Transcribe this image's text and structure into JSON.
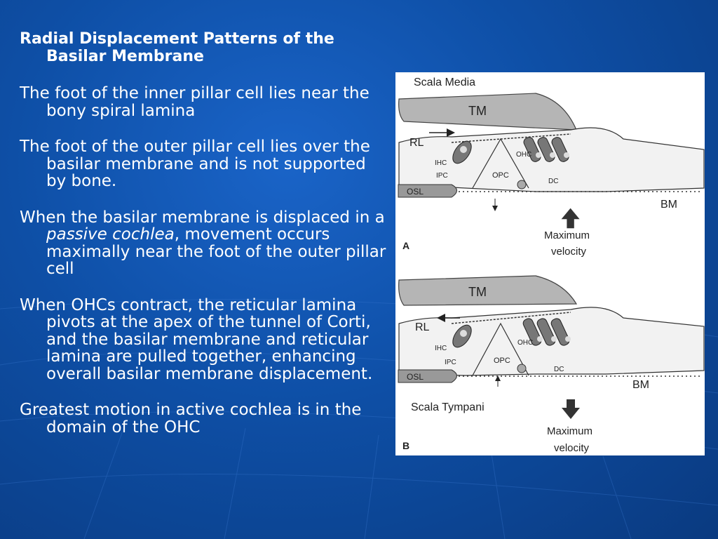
{
  "slide": {
    "title": "Radial Displacement Patterns of the Basilar Membrane",
    "paragraphs": [
      {
        "text": "The foot of the inner pillar cell lies near the bony spiral lamina"
      },
      {
        "text": "The foot of the outer pillar cell lies over the basilar membrane and is not supported by bone."
      },
      {
        "before": "When the basilar membrane is displaced in a ",
        "italic": "passive cochlea",
        "after": ", movement occurs maximally near the foot of the outer pillar cell"
      },
      {
        "text": "When OHCs contract, the reticular lamina pivots at the apex of the tunnel of Corti, and the basilar membrane and reticular lamina are pulled together, enhancing overall basilar membrane displacement."
      },
      {
        "text": "Greatest motion in active cochlea is in the domain of the OHC"
      }
    ]
  },
  "figure": {
    "panel_a": {
      "scala": "Scala Media",
      "tm": "TM",
      "rl": "RL",
      "ihc": "IHC",
      "ipc": "IPC",
      "opc": "OPC",
      "ohc": "OHC",
      "dc": "DC",
      "osl": "OSL",
      "bm": "BM",
      "max_line1": "Maximum",
      "max_line2": "velocity",
      "letter": "A"
    },
    "panel_b": {
      "scala": "Scala Tympani",
      "tm": "TM",
      "rl": "RL",
      "ihc": "IHC",
      "ipc": "IPC",
      "opc": "OPC",
      "ohc": "OHC",
      "dc": "DC",
      "osl": "OSL",
      "bm": "BM",
      "max_line1": "Maximum",
      "max_line2": "velocity",
      "letter": "B"
    }
  }
}
